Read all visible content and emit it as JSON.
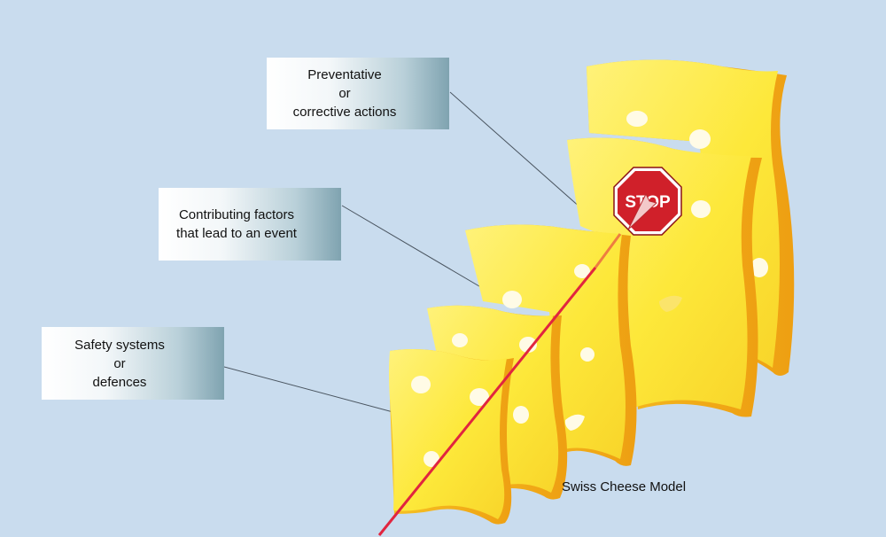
{
  "labels": {
    "preventative": [
      "Preventative",
      "or",
      "corrective actions"
    ],
    "contributing": [
      "Contributing factors",
      "that lead to an event"
    ],
    "safety": [
      "Safety systems",
      "or",
      "defences"
    ]
  },
  "stop_sign": {
    "text": "STOP",
    "icon": "stop-sign-icon",
    "color": "#d0202a"
  },
  "caption": "Swiss Cheese Model",
  "colors": {
    "background": "#c9dcee",
    "cheese": "#fde83a",
    "cheese_edge": "#f2b21a",
    "hazard_line": "#e1253f"
  }
}
